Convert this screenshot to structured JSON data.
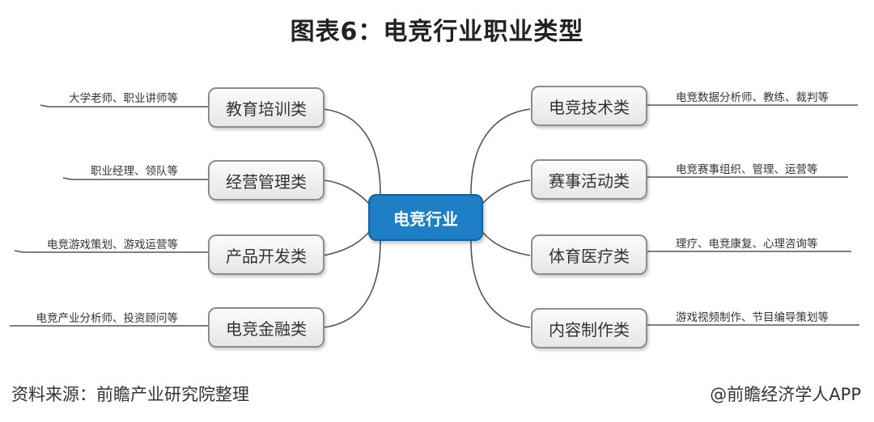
{
  "title": "图表6：电竞行业职业类型",
  "center": {
    "label": "电竞行业"
  },
  "left_branches": [
    {
      "label": "教育培训类",
      "detail": "大学老师、职业讲师等"
    },
    {
      "label": "经营管理类",
      "detail": "职业经理、领队等"
    },
    {
      "label": "产品开发类",
      "detail": "电竞游戏策划、游戏运营等"
    },
    {
      "label": "电竞金融类",
      "detail": "电竞产业分析师、投资顾问等"
    }
  ],
  "right_branches": [
    {
      "label": "电竞技术类",
      "detail": "电竞数据分析师、教练、裁判等"
    },
    {
      "label": "赛事活动类",
      "detail": "电竞赛事组织、管理、运营等"
    },
    {
      "label": "体育医疗类",
      "detail": "理疗、电竞康复、心理咨询等"
    },
    {
      "label": "内容制作类",
      "detail": "游戏视频制作、节目编导策划等"
    }
  ],
  "footer": {
    "source": "资料来源：前瞻产业研究院整理",
    "credit": "@前瞻经济学人APP"
  },
  "colors": {
    "center_fill": "#1e7fc6",
    "node_border": "#8c8c8c",
    "line": "#555555"
  }
}
